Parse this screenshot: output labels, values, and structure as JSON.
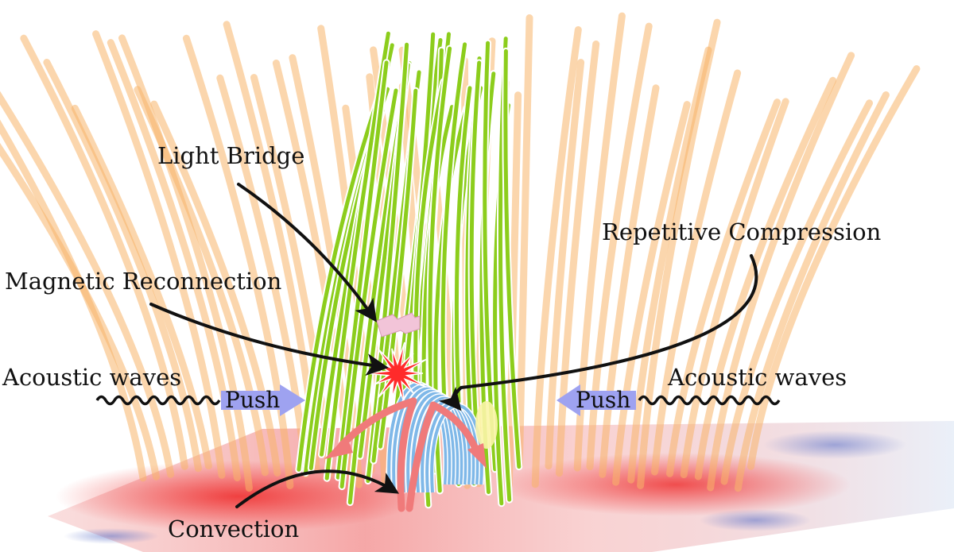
{
  "labels": {
    "light_bridge": "Light Bridge",
    "repetitive_compression": "Repetitive Compression",
    "magnetic_reconnection": "Magnetic Reconnection",
    "acoustic_waves_left": "Acoustic waves",
    "acoustic_waves_right": "Acoustic waves",
    "push_left": "Push",
    "push_right": "Push",
    "convection": "Convection"
  },
  "colors": {
    "background_field_lines": "#f8b56a",
    "light_bridge_field_lines": "#8ccd1c",
    "reconnection_loops": "#7fb8e8",
    "reconnection_burst": "#ff2a2a",
    "convection_arrows": "#f07a7a",
    "push_arrows": "#9ea2f0",
    "light_bridge_marker": "#f2c4d8",
    "photosphere_red": "#ee3030",
    "photosphere_blue": "#5a70c8",
    "annotation_arrows": "#111111"
  }
}
